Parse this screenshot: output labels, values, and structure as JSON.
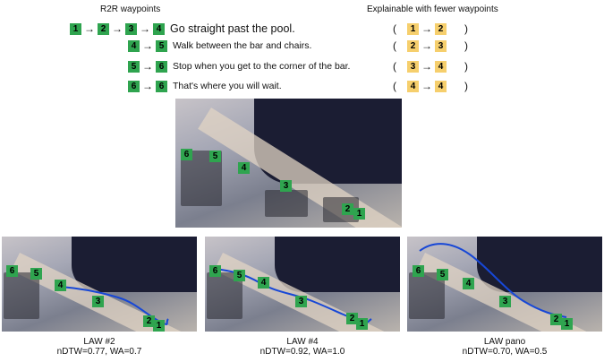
{
  "headers": {
    "r2r": "R2R waypoints",
    "fewer": "Explainable with fewer waypoints"
  },
  "rows": [
    {
      "r2r": [
        "1",
        "2",
        "3",
        "4"
      ],
      "instruction": "Go straight past the pool.",
      "fewer": [
        "1",
        "2"
      ]
    },
    {
      "r2r": [
        "4",
        "5"
      ],
      "instruction": "Walk between the bar and chairs.",
      "fewer": [
        "2",
        "3"
      ]
    },
    {
      "r2r": [
        "5",
        "6"
      ],
      "instruction": "Stop when you get to the corner of the bar.",
      "fewer": [
        "3",
        "4"
      ]
    },
    {
      "r2r": [
        "6",
        "6"
      ],
      "instruction": "That's where you will wait.",
      "fewer": [
        "4",
        "4"
      ]
    }
  ],
  "glyphs": {
    "arrow": "→",
    "open_paren": "(",
    "close_paren": ")"
  },
  "main_markers": [
    "6",
    "5",
    "4",
    "3",
    "2",
    "1"
  ],
  "panels": [
    {
      "title": "LAW #2",
      "metrics": "nDTW=0.77, WA=0.7"
    },
    {
      "title": "LAW #4",
      "metrics": "nDTW=0.92, WA=1.0"
    },
    {
      "title": "LAW pano",
      "metrics": "nDTW=0.70, WA=0.5"
    }
  ],
  "colors": {
    "green": "#2fa44f",
    "yellow": "#f6cf6d",
    "path": "#1747d6"
  }
}
